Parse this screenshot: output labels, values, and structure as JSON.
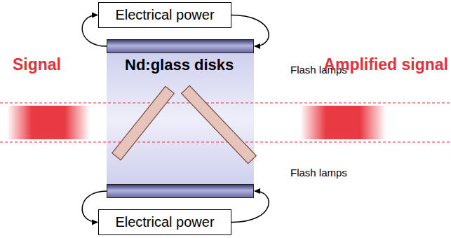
{
  "diagram": {
    "nodes": [
      {
        "text": [
          "Electrical power"
        ]
      },
      {
        "text": [
          "Flash lamps"
        ]
      },
      {
        "text": [
          "Flash lamps"
        ]
      },
      {
        "text": [
          "Electrical power"
        ]
      }
    ],
    "edges": [
      {
        "from": 0,
        "to": 1,
        "arrow": "to"
      },
      {
        "from": 1,
        "to": 0,
        "arrow": "to"
      },
      {
        "from": 3,
        "to": 2,
        "arrow": "to"
      },
      {
        "from": 2,
        "to": 3,
        "arrow": "to"
      }
    ],
    "labels": [
      "Nd:glass disks",
      "Signal",
      "Amplified signal"
    ]
  }
}
